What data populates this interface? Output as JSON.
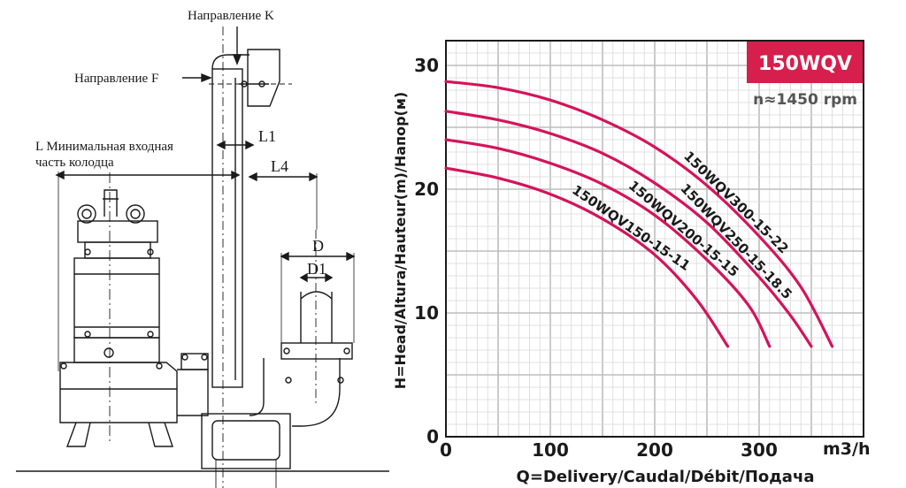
{
  "drawing": {
    "direction_k": "Направление K",
    "direction_f": "Направление F",
    "min_inlet_line1": "L Минимальная входная",
    "min_inlet_line2": "часть колодца",
    "dim_l1": "L1",
    "dim_l4": "L4",
    "dim_d": "D",
    "dim_d1": "D1"
  },
  "chart_data": {
    "type": "line",
    "badge": "150WQV",
    "speed": "n≈1450 rpm",
    "xlabel": "Q=Delivery/Caudal/Débit/Подача",
    "ylabel": "H=Head/Altura/Hauteur(m)/Напор(м)",
    "xunit": "m3/h",
    "xlim": [
      0,
      400
    ],
    "ylim": [
      0,
      32
    ],
    "x_ticks": [
      "0",
      "100",
      "200",
      "300"
    ],
    "y_ticks": [
      "0",
      "10",
      "20",
      "30"
    ],
    "grid": true,
    "colors": {
      "curve": "#d4145a",
      "badge": "#d61f4c",
      "grid": "#d9d9d9"
    },
    "series": [
      {
        "name": "150WQV300-15-22",
        "x": [
          0,
          50,
          100,
          150,
          200,
          250,
          300,
          340,
          370
        ],
        "y": [
          28.7,
          28.2,
          27.2,
          25.6,
          23.4,
          20.3,
          16.2,
          12.1,
          7.3
        ]
      },
      {
        "name": "150WQV250-15-18.5",
        "x": [
          0,
          50,
          100,
          150,
          200,
          250,
          300,
          330,
          350
        ],
        "y": [
          26.3,
          25.6,
          24.5,
          22.9,
          20.5,
          17.3,
          12.9,
          9.8,
          7.3
        ]
      },
      {
        "name": "150WQV200-15-15",
        "x": [
          0,
          50,
          100,
          150,
          200,
          250,
          290,
          310
        ],
        "y": [
          24.0,
          23.3,
          22.1,
          20.4,
          17.9,
          14.3,
          10.6,
          7.3
        ]
      },
      {
        "name": "150WQV150-15-11",
        "x": [
          0,
          50,
          100,
          150,
          200,
          240,
          270
        ],
        "y": [
          21.7,
          20.9,
          19.6,
          17.6,
          14.7,
          11.1,
          7.3
        ]
      }
    ]
  }
}
